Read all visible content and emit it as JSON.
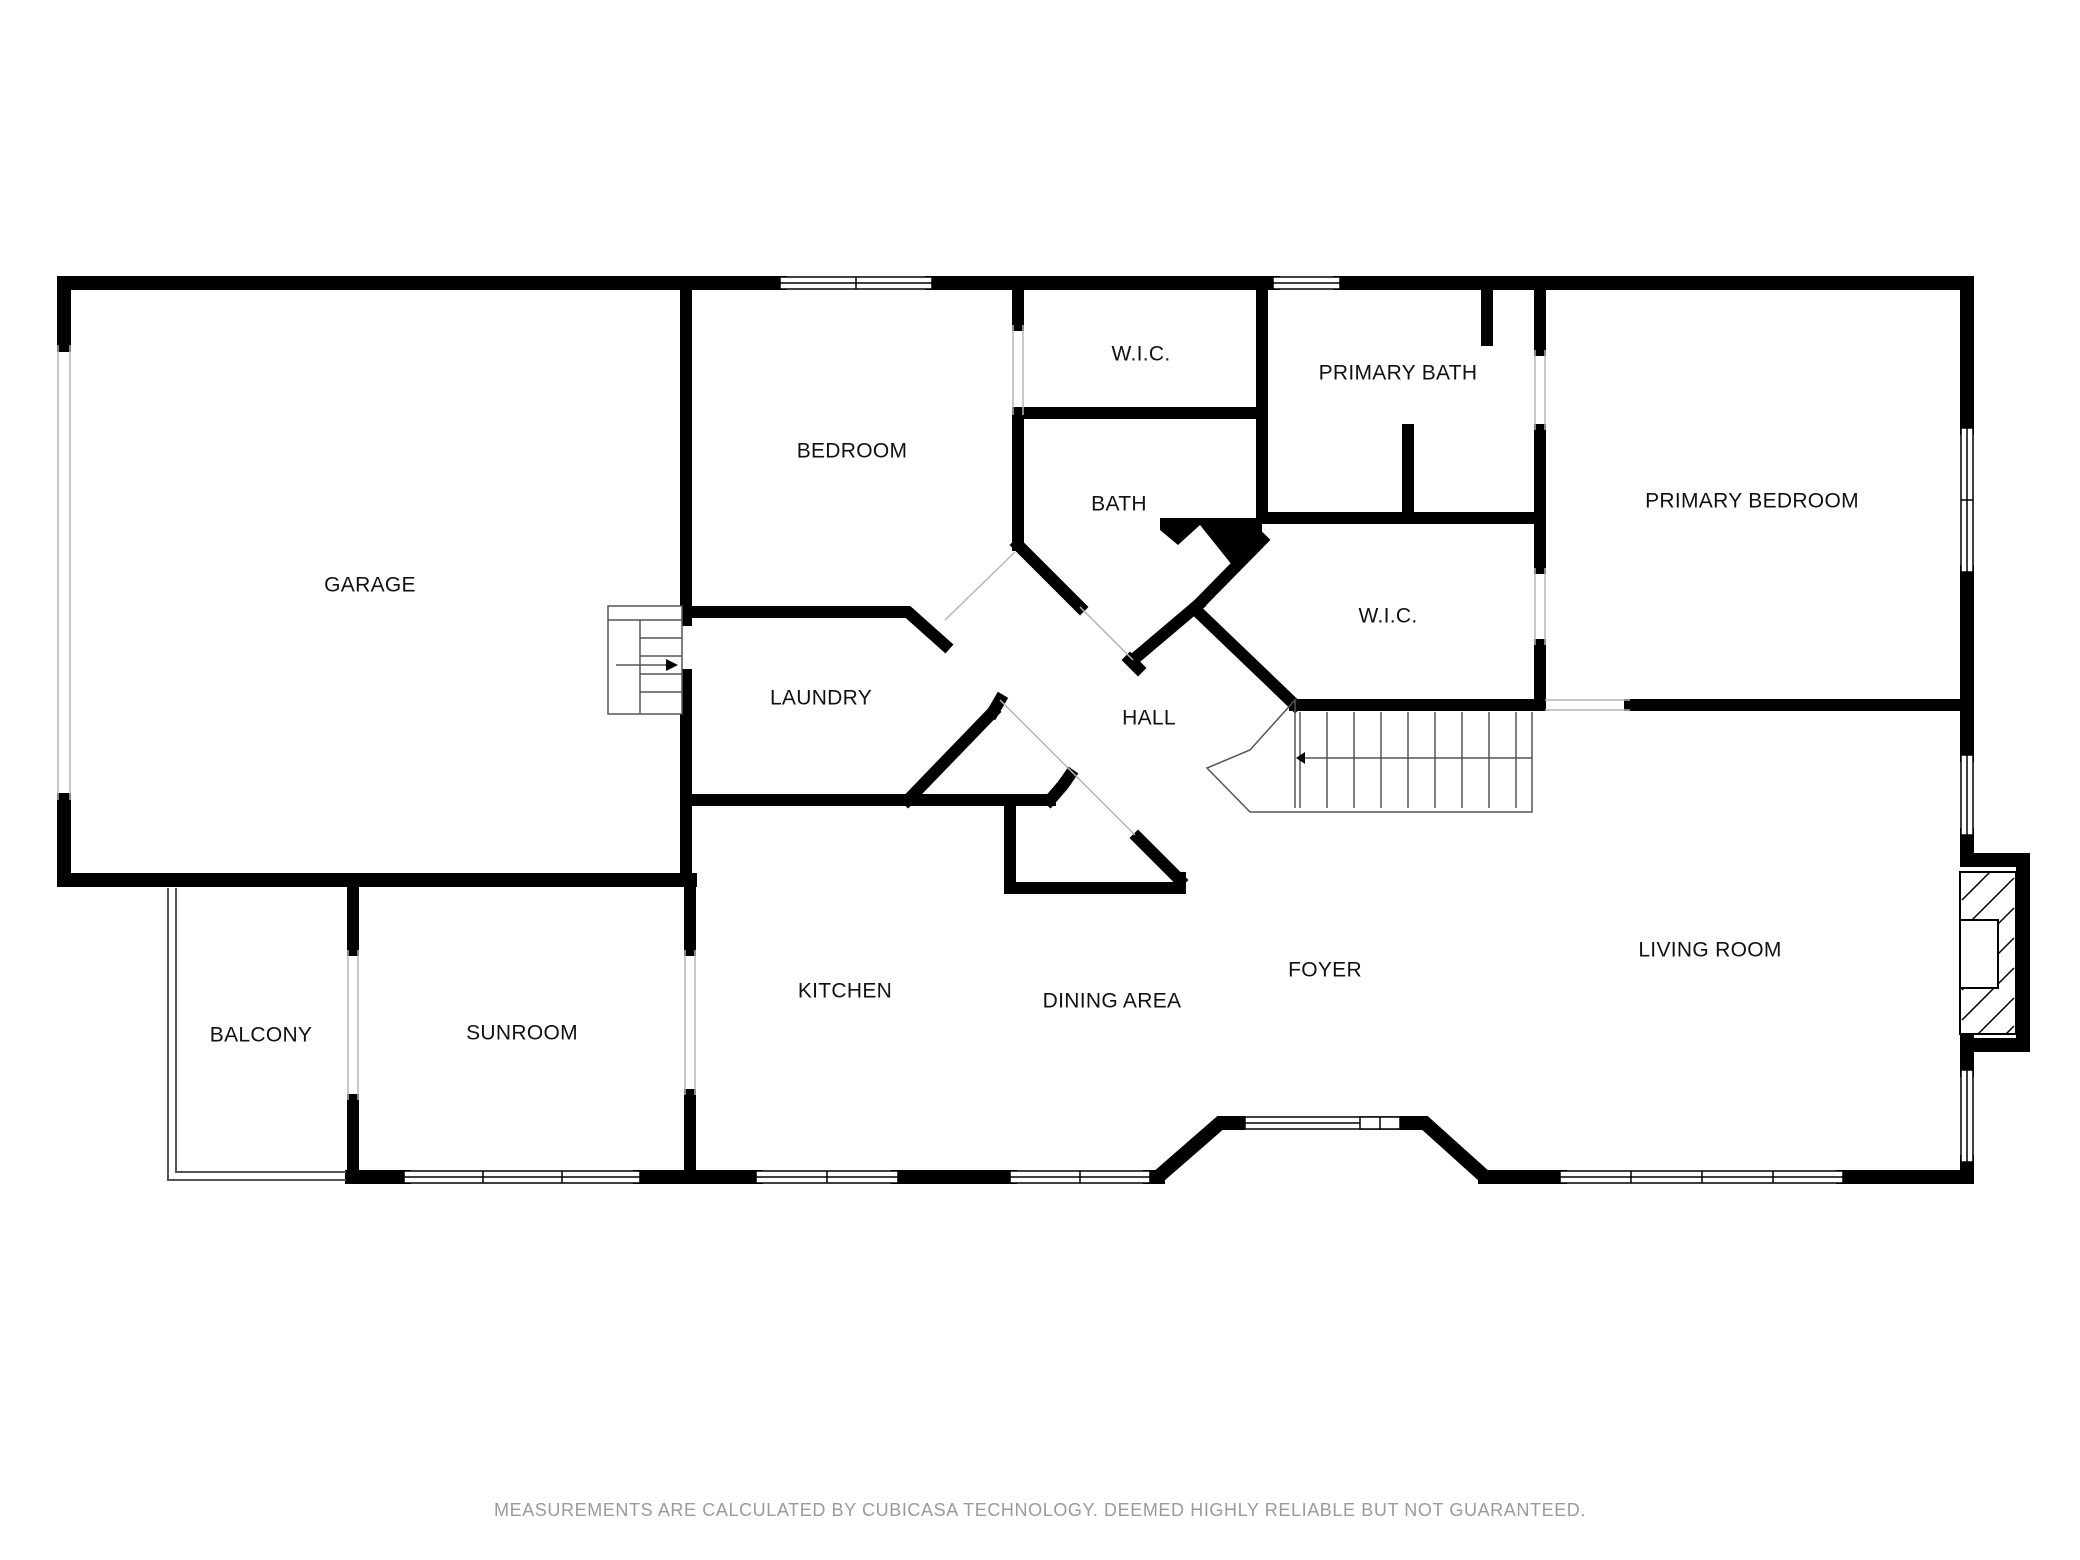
{
  "floor_plan": {
    "rooms": [
      {
        "id": "garage",
        "label": "GARAGE"
      },
      {
        "id": "bedroom",
        "label": "BEDROOM"
      },
      {
        "id": "wic-upper",
        "label": "W.I.C."
      },
      {
        "id": "primary-bath",
        "label": "PRIMARY BATH"
      },
      {
        "id": "primary-bedroom",
        "label": "PRIMARY BEDROOM"
      },
      {
        "id": "bath",
        "label": "BATH"
      },
      {
        "id": "wic-lower",
        "label": "W.I.C."
      },
      {
        "id": "laundry",
        "label": "LAUNDRY"
      },
      {
        "id": "hall",
        "label": "HALL"
      },
      {
        "id": "balcony",
        "label": "BALCONY"
      },
      {
        "id": "sunroom",
        "label": "SUNROOM"
      },
      {
        "id": "kitchen",
        "label": "KITCHEN"
      },
      {
        "id": "dining-area",
        "label": "DINING AREA"
      },
      {
        "id": "foyer",
        "label": "FOYER"
      },
      {
        "id": "living-room",
        "label": "LIVING ROOM"
      }
    ],
    "wall_color": "#000000",
    "background_color": "#ffffff"
  },
  "footer": {
    "disclaimer": "MEASUREMENTS ARE CALCULATED BY CUBICASA TECHNOLOGY. DEEMED HIGHLY RELIABLE BUT NOT GUARANTEED."
  }
}
